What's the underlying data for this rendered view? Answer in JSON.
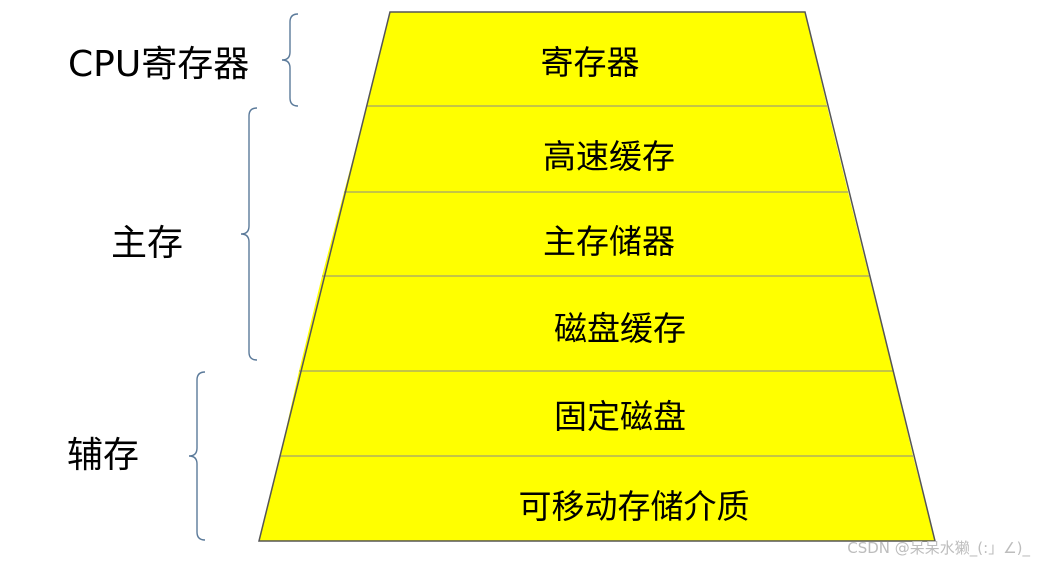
{
  "pyramid": {
    "fill_color": "#ffff00",
    "outline_color": "#555555",
    "levels": [
      {
        "label": "寄存器"
      },
      {
        "label": "高速缓存"
      },
      {
        "label": "主存储器"
      },
      {
        "label": "磁盘缓存"
      },
      {
        "label": "固定磁盘"
      },
      {
        "label": "可移动存储介质"
      }
    ]
  },
  "groups": [
    {
      "label": "CPU寄存器"
    },
    {
      "label": "主存"
    },
    {
      "label": "辅存"
    }
  ],
  "watermark": "CSDN @呆呆水獭_(:」∠)_"
}
